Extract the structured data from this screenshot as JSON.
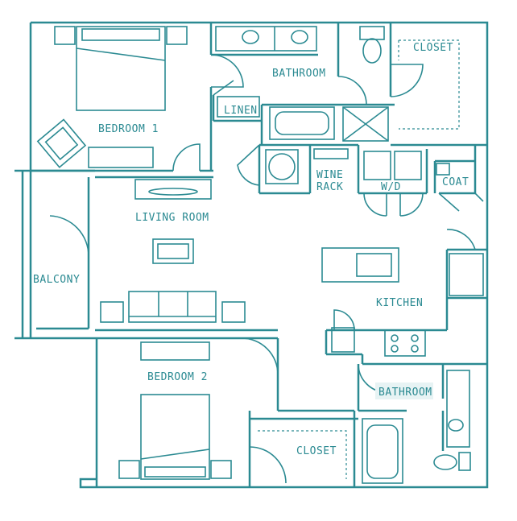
{
  "rooms": {
    "bedroom1": "BEDROOM 1",
    "bathroom_top": "BATHROOM",
    "closet_top": "CLOSET",
    "linen": "LINEN",
    "wine_1": "WINE",
    "wine_2": "RACK",
    "wd": "W/D",
    "coat": "COAT",
    "living": "LIVING ROOM",
    "balcony": "BALCONY",
    "kitchen": "KITCHEN",
    "bedroom2": "BEDROOM 2",
    "bathroom_bottom": "BATHROOM",
    "closet_bottom": "CLOSET"
  },
  "colors": {
    "line": "#2b8a92",
    "highlight": "#e7f3f4"
  }
}
